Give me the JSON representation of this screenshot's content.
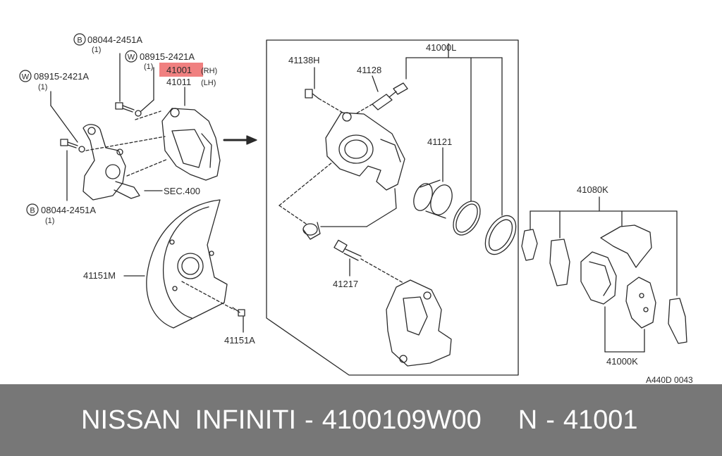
{
  "labels": {
    "bolt_08044_top": "08044-2451A",
    "bolt_08044_top_qty": "(1)",
    "washer_08915_top": "08915-2421A",
    "washer_08915_top_qty": "(1)",
    "washer_08915_left": "08915-2421A",
    "washer_08915_left_qty": "(1)",
    "bolt_08044_bottom": "08044-2451A",
    "bolt_08044_bottom_qty": "(1)",
    "caliper_rh": "41001",
    "caliper_rh_side": "(RH)",
    "caliper_lh": "41011",
    "caliper_lh_side": "(LH)",
    "sec_ref": "SEC.400",
    "dust_shield": "41151M",
    "shield_bolt": "41151A",
    "bleeder_cap": "41138H",
    "bleeder_screw": "41128",
    "seal_kit": "41000L",
    "piston": "41121",
    "slide_pin": "41217",
    "pad_hardware_kit": "41080K",
    "pad_kit": "41000K",
    "diagram_code": "A440D 0043"
  },
  "markers": {
    "bolt": "B",
    "washer": "W"
  },
  "banner": {
    "brand": "NISSAN",
    "brand2": "INFINITI",
    "separator": "-",
    "part_number": "4100109W00",
    "prefix": "N",
    "separator2": "-",
    "code": "41001"
  },
  "colors": {
    "highlight": "#f08080",
    "banner_bg": "#777777",
    "line": "#2a2a2a"
  }
}
